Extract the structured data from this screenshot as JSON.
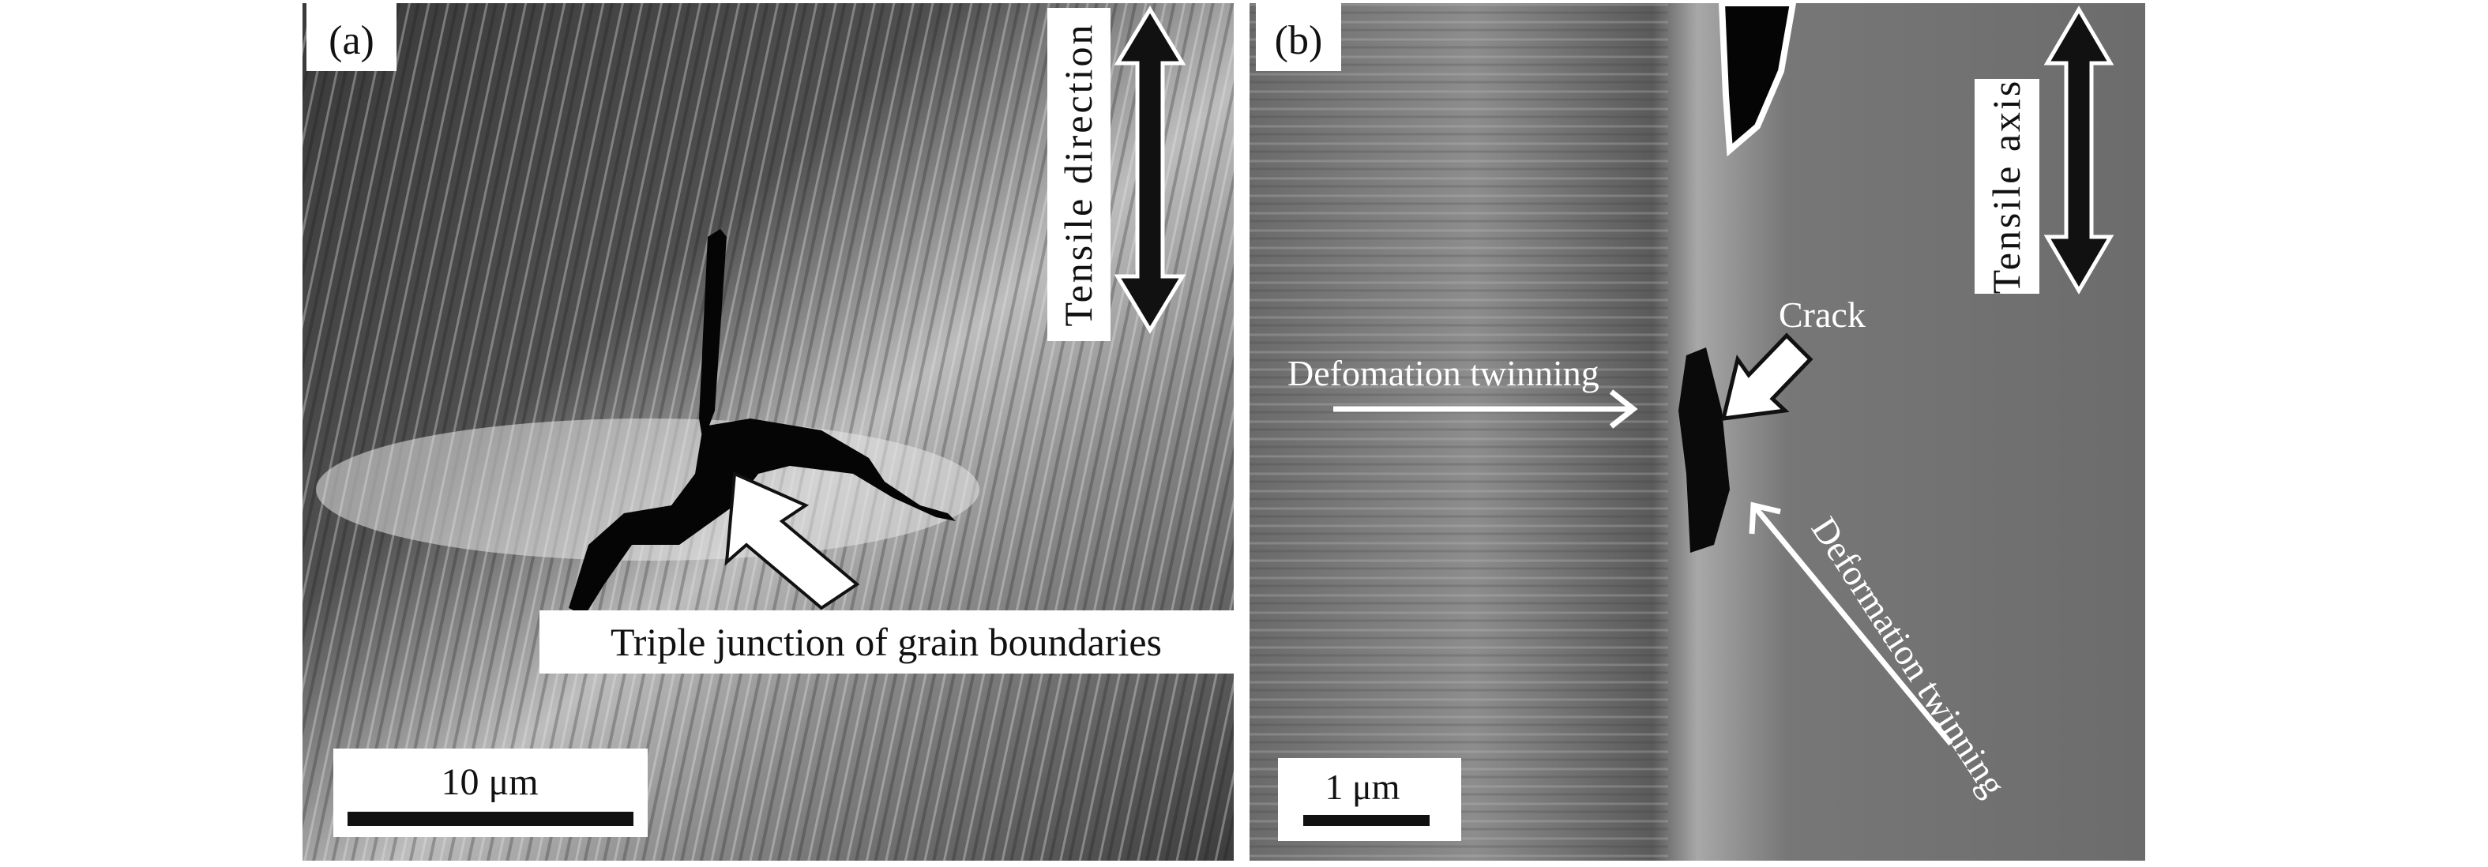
{
  "panels": [
    {
      "id": "a",
      "label": "(a)",
      "direction_label": "Tensile direction",
      "annotation": "Triple junction of grain boundaries",
      "scale_bar": "10 μm"
    },
    {
      "id": "b",
      "label": "(b)",
      "direction_label": "Tensile axis",
      "crack_label": "Crack",
      "twin_label_horizontal": "Defomation twinning",
      "twin_label_diagonal": "Deformation twinning",
      "scale_bar": "1 μm"
    }
  ]
}
